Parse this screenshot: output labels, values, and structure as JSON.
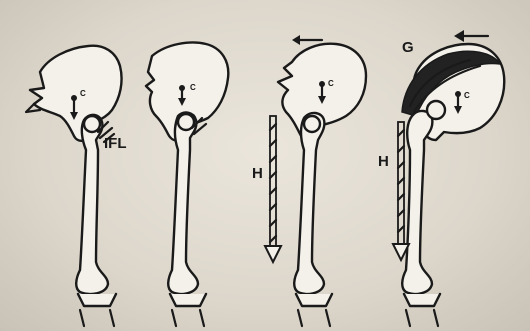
{
  "figures": [
    {
      "id": "fig1",
      "center_label": "C",
      "ligament_label": "IFL"
    },
    {
      "id": "fig2",
      "center_label": "C"
    },
    {
      "id": "fig3",
      "center_label": "C",
      "force_label": "H"
    },
    {
      "id": "fig4",
      "center_label": "C",
      "force_label": "H",
      "muscle_label": "G"
    }
  ],
  "colors": {
    "ink": "#1a1a1a",
    "paper": "#ebe6dc",
    "bone": "#f4f1ea"
  }
}
